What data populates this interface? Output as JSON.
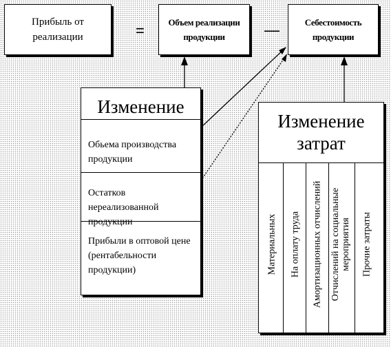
{
  "formula": {
    "result": "Прибыль от реализации",
    "equals": "=",
    "minus": "—",
    "revenue": "Объем реализации продукции",
    "cost": "Себестоимость продукции"
  },
  "change": {
    "title": "Изменение",
    "items": [
      "Обьема производства продукции",
      "Остатков нереализованной продукции",
      "Прибыли в оптовой цене (рентабельности продукции)"
    ]
  },
  "cost_change": {
    "title": "Изменение затрат",
    "columns": [
      "Материальных",
      "На оплату труда",
      "Амортизационных отчислений",
      "Отчислений на социальные мероприятия",
      "Прочие затраты"
    ]
  }
}
